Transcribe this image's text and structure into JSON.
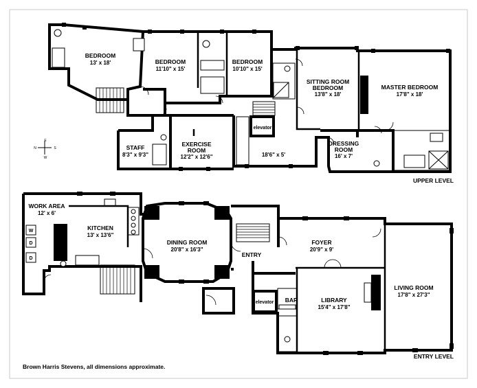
{
  "levels": {
    "upper": "UPPER LEVEL",
    "entry": "ENTRY LEVEL"
  },
  "credit": "Brown Harris Stevens, all dimensions approximate.",
  "compass": {
    "n": "N",
    "s": "S",
    "e": "E",
    "w": "W"
  },
  "rooms": {
    "bedroom1": {
      "name": "BEDROOM",
      "dim": "13' x 18'"
    },
    "bedroom2": {
      "name": "BEDROOM",
      "dim": "11'10\" x 15'"
    },
    "bedroom3": {
      "name": "BEDROOM",
      "dim": "10'10\" x 15'"
    },
    "sitting": {
      "name1": "SITTING ROOM",
      "name2": "BEDROOM",
      "dim": "13'8\" x 18'"
    },
    "master": {
      "name": "MASTER BEDROOM",
      "dim": "17'8\" x 18'"
    },
    "staff": {
      "name": "STAFF",
      "dim": "8'3\" x 9'3\""
    },
    "exercise": {
      "name1": "EXERCISE",
      "name2": "ROOM",
      "dim": "12'2\" x 12'6\""
    },
    "elevator_upper": {
      "name": "elevator"
    },
    "hall_upper": {
      "dim": "18'6\" x 5'"
    },
    "dressing": {
      "name1": "DRESSING",
      "name2": "ROOM",
      "dim": "16' x 7'"
    },
    "work": {
      "name": "WORK AREA",
      "dim": "12' x 6'"
    },
    "kitchen": {
      "name": "KITCHEN",
      "dim": "13' x 13'6\""
    },
    "dining": {
      "name": "DINING ROOM",
      "dim": "20'8\" x 16'3\""
    },
    "entry": {
      "name": "ENTRY"
    },
    "foyer": {
      "name": "FOYER",
      "dim": "20'9\" x 9'"
    },
    "elevator_entry": {
      "name": "elevator"
    },
    "bar": {
      "name": "BAR"
    },
    "library": {
      "name": "LIBRARY",
      "dim": "15'4\" x 17'8\""
    },
    "living": {
      "name": "LIVING ROOM",
      "dim": "17'8\" x 27'3\""
    }
  },
  "appliances": {
    "w": "W",
    "d": "D",
    "d2": "D"
  }
}
